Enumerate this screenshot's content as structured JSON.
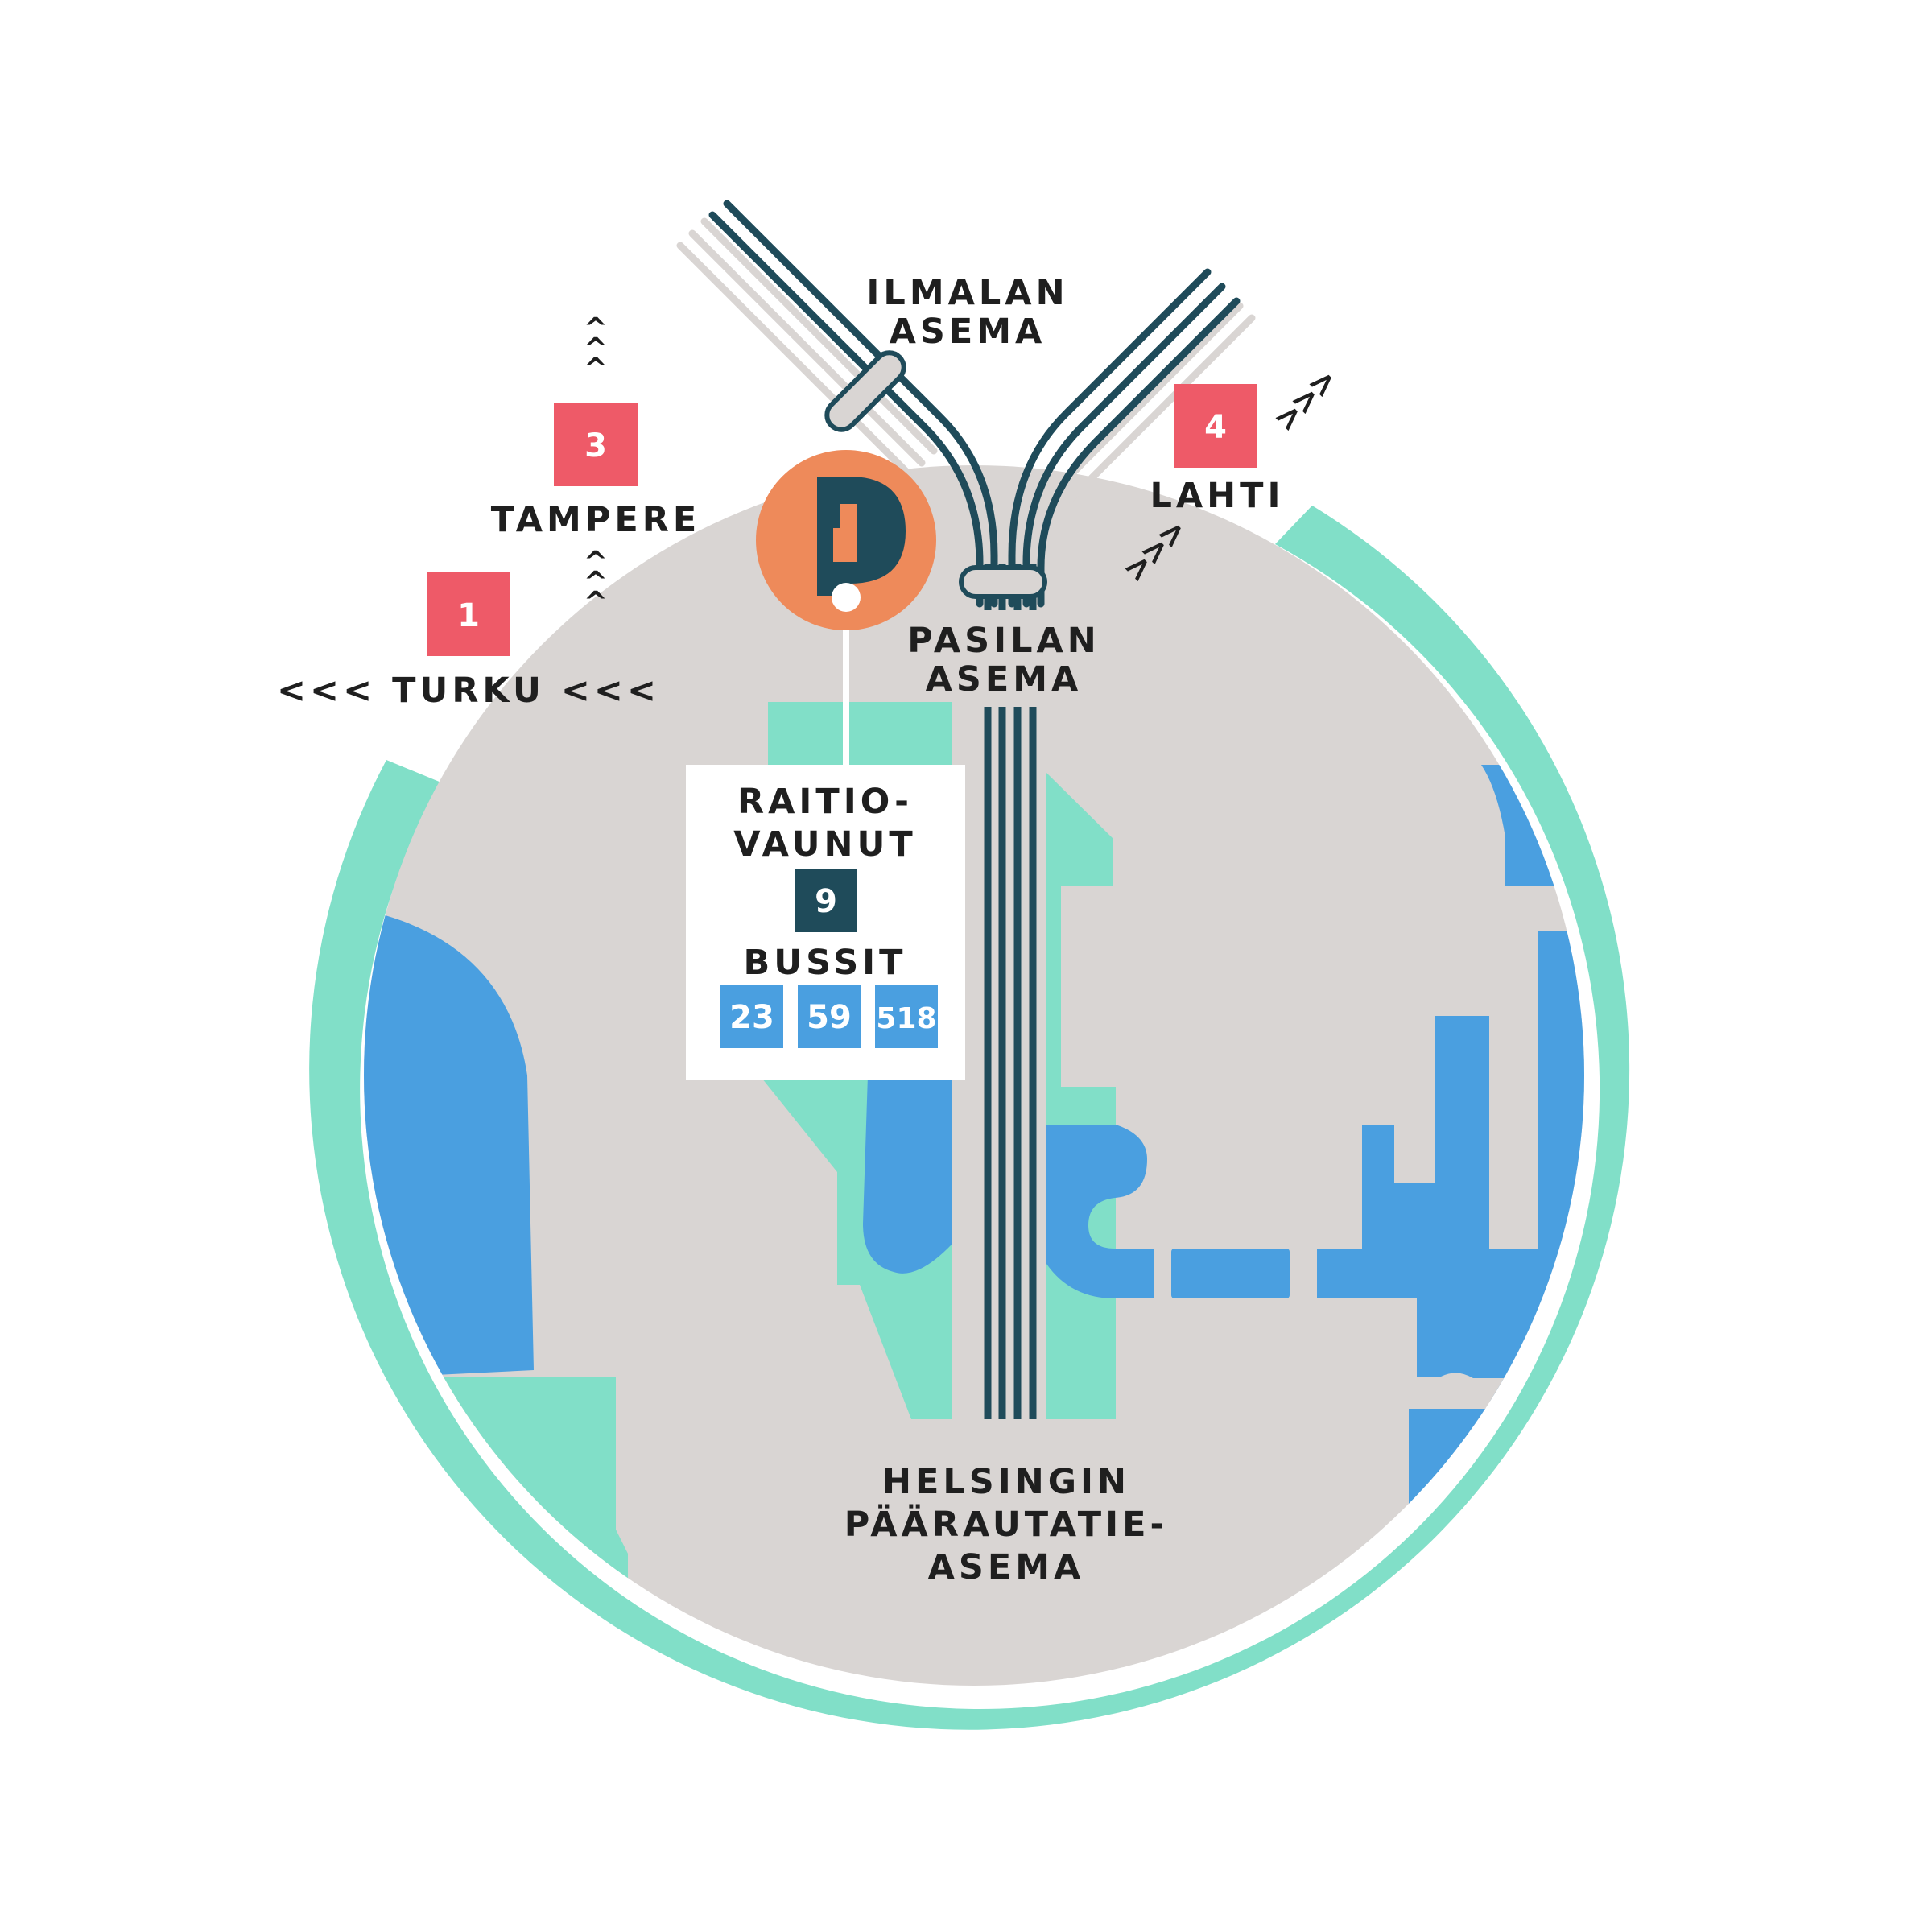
{
  "colors": {
    "background": "#ffffff",
    "land": "#d9d5d3",
    "ring": "#81dfc8",
    "park": "#81dfc8",
    "water": "#4a9fe0",
    "track": "#1f4b5a",
    "track_light": "#d9d5d3",
    "platform": "#d9d5d3",
    "parking": "#ee8a5a",
    "badge": "#ee5a68",
    "tram_badge": "#1f4b5a",
    "bus_badge": "#4a9fe0",
    "text": "#1f1f1f"
  },
  "stations": {
    "ilmala": {
      "line1": "ILMALAN",
      "line2": "ASEMA"
    },
    "pasila": {
      "line1": "PASILAN",
      "line2": "ASEMA"
    },
    "helsinki": {
      "line1": "HELSINGIN",
      "line2": "PÄÄRAUTATIE-",
      "line3": "ASEMA"
    }
  },
  "directions": [
    {
      "id": "turku",
      "number": "1",
      "label": "<<< TURKU <<<"
    },
    {
      "id": "tampere",
      "number": "3",
      "label": "TAMPERE",
      "arrow": "^"
    },
    {
      "id": "lahti",
      "number": "4",
      "label": "LAHTI",
      "arrow": ">"
    }
  ],
  "transit": {
    "tram_title_line1": "RAITIO-",
    "tram_title_line2": "VAUNUT",
    "trams": [
      "9"
    ],
    "bus_title": "BUSSIT",
    "buses": [
      "23",
      "59",
      "518"
    ]
  },
  "icons": {
    "parking": "parking-icon"
  }
}
